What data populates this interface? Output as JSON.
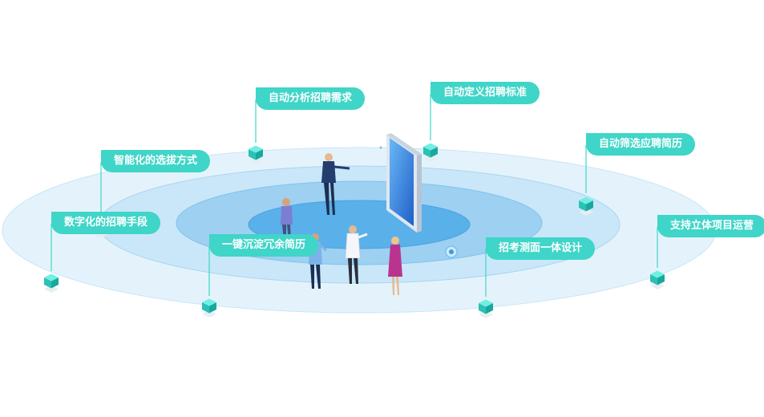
{
  "colors": {
    "tag_bg": "#3fd5c8",
    "ring_outer": "#dff1fb",
    "ring_mid": "#bfe2f7",
    "ring_inner": "#8cc8ef",
    "core": "#4ea6e6",
    "cube_top": "#6ff0e2",
    "cube_left": "#2cc1b6",
    "cube_right": "#1aa89e"
  },
  "labels": {
    "auto_analyze": "自动分析招聘需求",
    "auto_define": "自动定义招聘标准",
    "smart_select": "智能化的选拔方式",
    "auto_filter": "自动筛选应聘简历",
    "digital_means": "数字化的招聘手段",
    "one_click": "一键沉淀冗余简历",
    "test_design": "招考测面一体设计",
    "support_3d": "支持立体项目运营"
  }
}
